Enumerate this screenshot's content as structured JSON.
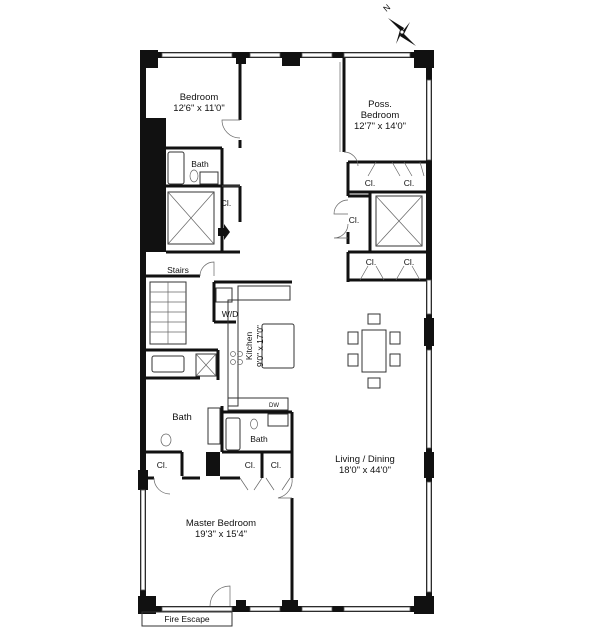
{
  "compass": {
    "north_label": "N"
  },
  "rooms": {
    "bedroom": {
      "name": "Bedroom",
      "dims": "12'6\" x 11'0\""
    },
    "poss_bedroom": {
      "name_line1": "Poss.",
      "name_line2": "Bedroom",
      "dims": "12'7\" x 14'0\""
    },
    "bath_top": {
      "name": "Bath"
    },
    "stairs": {
      "name": "Stairs"
    },
    "kitchen": {
      "name": "Kitchen",
      "dims": "9'0\" x 17'0\""
    },
    "wd": {
      "name": "W/D"
    },
    "bath_master": {
      "name": "Bath"
    },
    "bath_small": {
      "name": "Bath"
    },
    "living": {
      "name": "Living / Dining",
      "dims": "18'0\" x 44'0\""
    },
    "master": {
      "name": "Master Bedroom",
      "dims": "19'3\" x 15'4\""
    },
    "fire_escape": {
      "name": "Fire Escape"
    }
  },
  "closets": {
    "label": "Cl.",
    "dw_label": "DW"
  }
}
